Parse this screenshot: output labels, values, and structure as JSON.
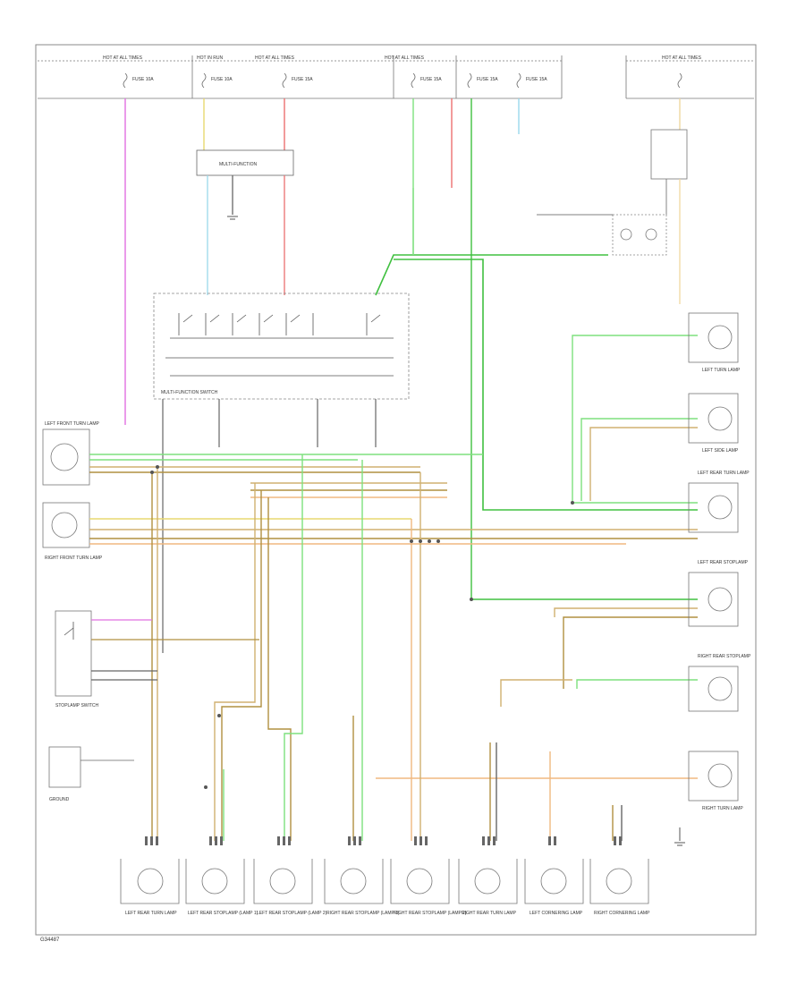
{
  "figure_id": "G34487",
  "colors": {
    "wire_black": "#555555",
    "wire_pink": "#e070e0",
    "wire_yellow": "#e8d870",
    "wire_red": "#ec7070",
    "wire_green": "#7ee07e",
    "wire_bright_green": "#40c040",
    "wire_light_blue": "#9ad8ec",
    "wire_orange": "#f0b880",
    "wire_tan": "#d0b070",
    "wire_dark_tan": "#b09040",
    "border": "#888888"
  },
  "headers": [
    {
      "label": "HOT AT ALL TIMES"
    },
    {
      "label": "HOT IN RUN"
    },
    {
      "label": "HOT AT ALL TIMES"
    },
    {
      "label": "HOT AT ALL TIMES"
    },
    {
      "label": "HOT AT ALL TIMES"
    }
  ],
  "fuses": [
    {
      "label": "FUSE 10A"
    },
    {
      "label": "FUSE 10A"
    },
    {
      "label": "FUSE 15A"
    },
    {
      "label": "FUSE 15A"
    },
    {
      "label": "FUSE 15A"
    },
    {
      "label": "FUSE 15A"
    }
  ],
  "components": {
    "flasher": "MULTI-FUNCTION",
    "multifunction_switch": "MULTI-FUNCTION SWITCH",
    "left_front_lamp": "LEFT FRONT TURN LAMP",
    "right_front_lamp": "RIGHT FRONT TURN LAMP",
    "brake_switch": "STOPLAMP SWITCH",
    "ground_label": "GROUND",
    "bottom_lamps": [
      "LEFT REAR TURN LAMP",
      "LEFT REAR STOPLAMP (LAMP 1)",
      "LEFT REAR STOPLAMP (LAMP 2)",
      "RIGHT REAR STOPLAMP (LAMP 1)",
      "RIGHT REAR STOPLAMP (LAMP 2)",
      "RIGHT REAR TURN LAMP",
      "LEFT CORNERING LAMP",
      "RIGHT CORNERING LAMP"
    ],
    "right_lamps": [
      "LEFT TURN LAMP",
      "LEFT SIDE LAMP",
      "LEFT REAR TURN LAMP",
      "LEFT REAR STOPLAMP",
      "RIGHT REAR STOPLAMP",
      "RIGHT TURN LAMP"
    ]
  }
}
